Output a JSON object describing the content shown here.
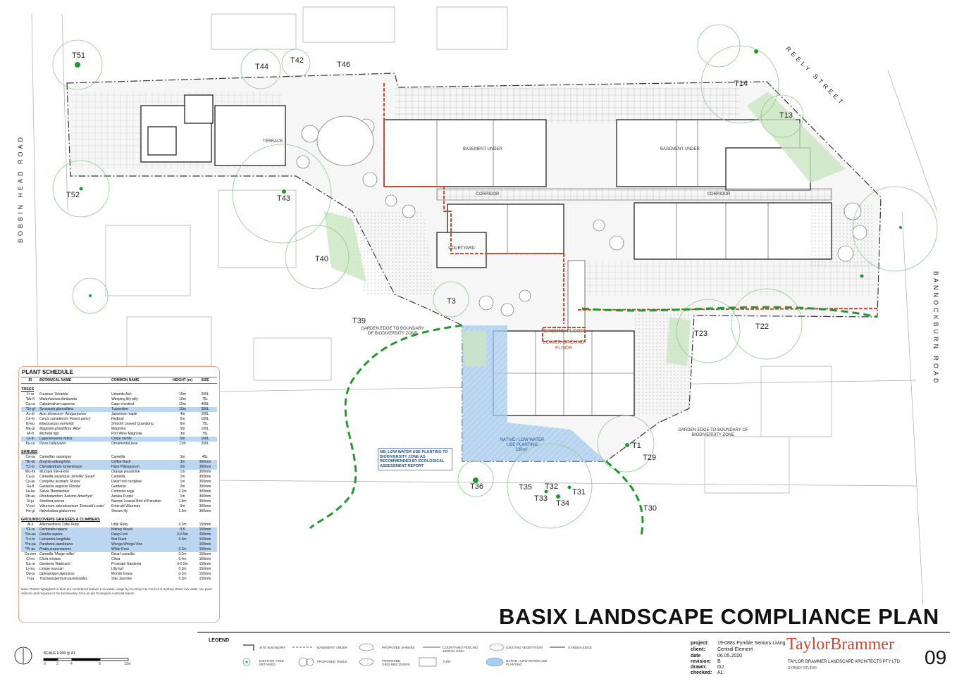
{
  "title": "BASIX LANDSCAPE COMPLIANCE PLAN",
  "sheet_number": "09",
  "streets": {
    "reely": "REELY STREET",
    "bobbin": "BOBBIN HEAD ROAD",
    "bannockburn": "BANNOCKBURN ROAD"
  },
  "tree_tags": [
    "T51",
    "T44",
    "T42",
    "T46",
    "T14",
    "T13",
    "T52",
    "T43",
    "T40",
    "T3",
    "T39",
    "T23",
    "T22",
    "T1",
    "T29",
    "T36",
    "T35",
    "T32",
    "T33",
    "T34",
    "T31",
    "T30"
  ],
  "plan_notes": {
    "garden_edge_left": "GARDEN EDGE TO BOUNDARY OF BIODIVERSITY ZONE",
    "garden_edge_right": "GARDEN EDGE TO BOUNDARY OF BIODIVERSITY ZONE",
    "ground_floor": "GROUND FLOOR",
    "lower_ground_floor": "LOWER GROUND FLOOR",
    "native_low_water": "NATIVE / LOW WATER USE PLANTING",
    "native_area": "235m²",
    "nb_note": "NB: LOW WATER USE PLANTING TO BIODIVERSITY ZONE AS RECOMMENDED BY ECOLOGICAL ASSESSMENT REPORT",
    "courtyard": "COURTYARD",
    "basement_under": "BASEMENT UNDER",
    "corridor": "CORRIDOR",
    "terrace": "TERRACE"
  },
  "plant_schedule": {
    "title": "PLANT SCHEDULE",
    "columns": [
      "ID",
      "BOTANICAL NAME",
      "COMMON NAME",
      "HEIGHT (m)",
      "SIZE"
    ],
    "sections": [
      {
        "name": "TREES",
        "rows": [
          [
            "Fr-ur",
            "Fraxinus 'Urbanite'",
            "Urbanite Ash",
            "15m",
            "200L",
            false
          ],
          [
            "Wa-fl",
            "Waterhousea floribunda",
            "Weeping lilly pilly",
            "10m",
            "75L",
            false
          ],
          [
            "Ca-ca",
            "Calodendrum capense",
            "Cape chestnut",
            "15m",
            "400L",
            false
          ],
          [
            "*Sy-gl",
            "Syncarpia glomulifera",
            "Turpentine",
            "15m",
            "200L",
            true
          ],
          [
            "Ac-di",
            "Acer dissectum 'Atropurpurea'",
            "Japanese maple",
            "4m",
            "200L",
            false
          ],
          [
            "Ce-fo",
            "Cercis canadensis 'Forest pansy'",
            "Redbud",
            "5m",
            "100L",
            false
          ],
          [
            "El-eu",
            "Elaeocarpus eumundi",
            "Smooth Leaved Quandong",
            "6m",
            "75L",
            false
          ],
          [
            "Ma-gr",
            "Magnolia grandiflora 'Alba'",
            "Magnolia",
            "5m",
            "100L",
            false
          ],
          [
            "Mi-fi",
            "Michelia figo",
            "Port Wine Magnolia",
            "3m",
            "75L",
            false
          ],
          [
            "La-in",
            "Lagerstroemia indica",
            "Crepe myrtle",
            "5m",
            "100L",
            true
          ],
          [
            "Py-ca",
            "Pyrus calleryana",
            "Ornamental pear",
            "11m",
            "200L",
            false
          ]
        ]
      },
      {
        "name": "SHRUBS",
        "rows": [
          [
            "Ca-sa",
            "Camellias sasanqua",
            "Camellia",
            "3m",
            "45L",
            false
          ],
          [
            "*Br-ob",
            "Breynia oblongifolia",
            "Coffee Bush",
            "3m",
            "300mm",
            true
          ],
          [
            "*Cl-to",
            "Clerodendrum tomentosum",
            "Hairy Pittosporum",
            "2m",
            "300mm",
            true
          ],
          [
            "Mu-mi",
            "Murraya min-a-min",
            "Orange jessamine",
            "1m",
            "300mm",
            false
          ],
          [
            "Ca-js",
            "Camellia sasanqua 'Jennifer Susan'",
            "Camellia",
            "2m",
            "300mm",
            false
          ],
          [
            "Co-au",
            "Cordyline australis 'Rubra'",
            "Dwarf red cordyline",
            "1m",
            "300mm",
            false
          ],
          [
            "Ga-fl",
            "Gardenia augusta 'Florida'",
            "Gardenia",
            "2m",
            "300mm",
            false
          ],
          [
            "Sa-bu",
            "Salvia 'Bumblebiue'",
            "Common sage",
            "1.2m",
            "300mm",
            false
          ],
          [
            "Rh-au",
            "Rhododendron 'Autumn Amethyst'",
            "Azalea Purple",
            "1m",
            "300mm",
            false
          ],
          [
            "St-ju",
            "Strelitzia juncea",
            "Narrow Leaved Bird of Paradise",
            "1.8m",
            "300mm",
            false
          ],
          [
            "Vi-od",
            "Viburnum odoratissimum 'Emerald Luster'",
            "Emerald Viburnum",
            "3m",
            "300mm",
            false
          ],
          [
            "He-gl",
            "Helmholtzia glaberrima",
            "Stream lily",
            "1.5m",
            "300mm",
            false
          ]
        ]
      },
      {
        "name": "GROUNDCOVERS GRASSES & CLIMBERS",
        "rows": [
          [
            "Al-li",
            "Alternanthera 'Little Ruby'",
            "Little Ruby",
            "0.2m",
            "150mm",
            false
          ],
          [
            "*Di-re",
            "Dichondra repens",
            "Kidney Weed",
            "0.5",
            "150mm",
            true
          ],
          [
            "*Do-as",
            "Doodia aspera",
            "Rasp Fern",
            "0-0.5m",
            "200mm",
            true
          ],
          [
            "*Lo-lo",
            "Lomandra longifolia",
            "Mat Rush",
            "0.6m",
            "150mm",
            true
          ],
          [
            "*Pa-pa",
            "Pandorea pandorana",
            "Wonga Wonga Vine",
            "-",
            "150mm",
            true
          ],
          [
            "*Pr-pu",
            "Pratia purpurascens",
            "White Root",
            "0.2m",
            "150mm",
            true
          ],
          [
            "Ca-mm",
            "Camellia 'Marge miller'",
            "Dwarf camellia",
            "0.3m",
            "150mm",
            false
          ],
          [
            "Cl-mi",
            "Clivia miniata",
            "Clivia",
            "0.4m",
            "150mm",
            false
          ],
          [
            "Ga-ra",
            "Gardenia 'Radicans'",
            "Prostrate Gardenia",
            "0-0.5m",
            "150mm",
            false
          ],
          [
            "Li-mu",
            "Liriope muscari",
            "Lilly turf",
            "0.3m",
            "150mm",
            false
          ],
          [
            "Op-ja",
            "Ophiopogon japonicus",
            "Mondo Grass",
            "0.2m",
            "150mm",
            false
          ],
          [
            "Tr-ja",
            "Trachelospermum jasminoides",
            "Star Jasmine",
            "0.3m",
            "150mm",
            false
          ]
        ]
      }
    ],
    "note": "Note: Plants highlighted in blue are considered Native/ Low water usage by Ku-Ring-Gai Council & Sydney Water low water use plant selector and required in the biodiversity zone as per Ecological Australia report"
  },
  "legend": {
    "title": "LEGEND",
    "items": {
      "site_boundary": "SITE BOUNDARY",
      "basement_under": "BASEMENT UNDER",
      "proposed_shrubs": "PROPOSED SHRUBS",
      "courtyard_fencing": "COURTYARD FENCING 1500mm HIGH",
      "existing_vegetation": "EXISTING VEGETATION",
      "garden_edge": "GARDEN EDGE",
      "existing_tree": "EXISTING TREE RETAINED",
      "proposed_trees": "PROPOSED TREES",
      "proposed_groundcovers": "PROPOSED GROUNDCOVERS",
      "turf": "TURF",
      "native_low_water": "NATIVE / LOW WATER USE PLANTING"
    }
  },
  "scale": {
    "label": "SCALE 1:200 @ A1",
    "ticks": [
      "0",
      "2",
      "4",
      "8",
      "12m"
    ]
  },
  "project_info": {
    "project_label": "project:",
    "project": "19-088s Pymble Seniors Living",
    "client_label": "client:",
    "client": "Central Element",
    "date_label": "date",
    "date": "06.05.2020",
    "revision_label": "revision:",
    "revision": "B",
    "drawn_label": "drawn:",
    "drawn": "GJ",
    "checked_label": "checked:",
    "checked": "AL"
  },
  "firm": {
    "brand": "TaylorBrammer",
    "name": "TAYLOR BRAMMER LANDSCAPE ARCHITECTS PTY LTD",
    "city": "SYDNEY STUDIO"
  },
  "colors": {
    "accent_red": "#d2462d",
    "native_blue": "#a9cdee",
    "tree_green": "#1e9a2a",
    "schedule_highlight": "#bcd6f1"
  }
}
